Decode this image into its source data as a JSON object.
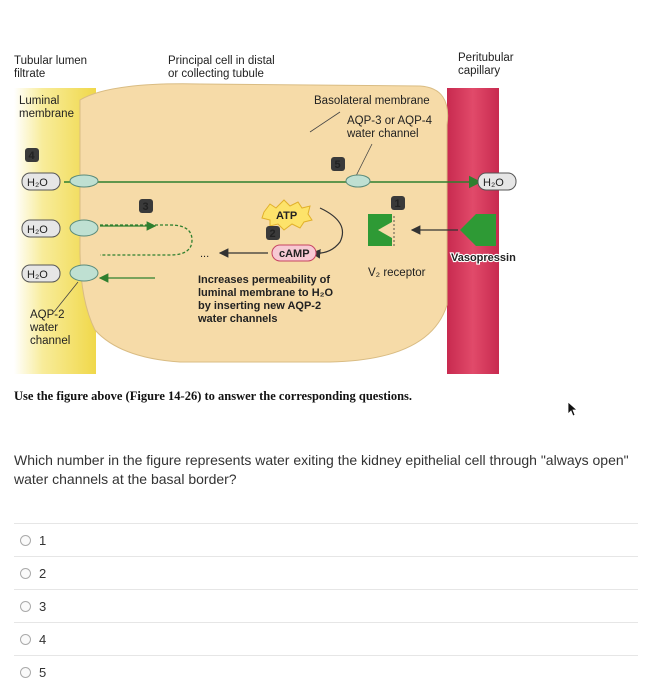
{
  "figure": {
    "labels": {
      "tubular_lumen": [
        "Tubular lumen",
        "filtrate"
      ],
      "principal_cell": [
        "Principal cell in distal",
        "or collecting tubule"
      ],
      "peritubular": [
        "Peritubular",
        "capillary"
      ],
      "luminal": [
        "Luminal",
        "membrane"
      ],
      "basolateral": "Basolateral membrane",
      "aqp34": [
        "AQP-3 or AQP-4",
        "water channel"
      ],
      "aqp2": [
        "AQP-2",
        "water",
        "channel"
      ],
      "atp": "ATP",
      "camp": "cAMP",
      "v2_receptor": "V₂ receptor",
      "vasopressin": "Vasopressin",
      "h2o": "H₂O",
      "increases": [
        "Increases permeability of",
        "luminal membrane to H₂O",
        "by inserting new AQP-2",
        "water channels"
      ]
    },
    "numbers": [
      "1",
      "2",
      "3",
      "4",
      "5"
    ],
    "colors": {
      "lumen": "#f2dc52",
      "cell": "#f6dba8",
      "capillary": "#dd3a5f",
      "arrow": "#3d9b3a",
      "receptor": "#2e9a35"
    }
  },
  "caption": "Use the figure above (Figure 14-26) to answer the corresponding questions.",
  "question": "Which number in the figure represents water exiting the kidney epithelial cell through \"always open\" water channels at the basal border?",
  "options": [
    "1",
    "2",
    "3",
    "4",
    "5"
  ]
}
